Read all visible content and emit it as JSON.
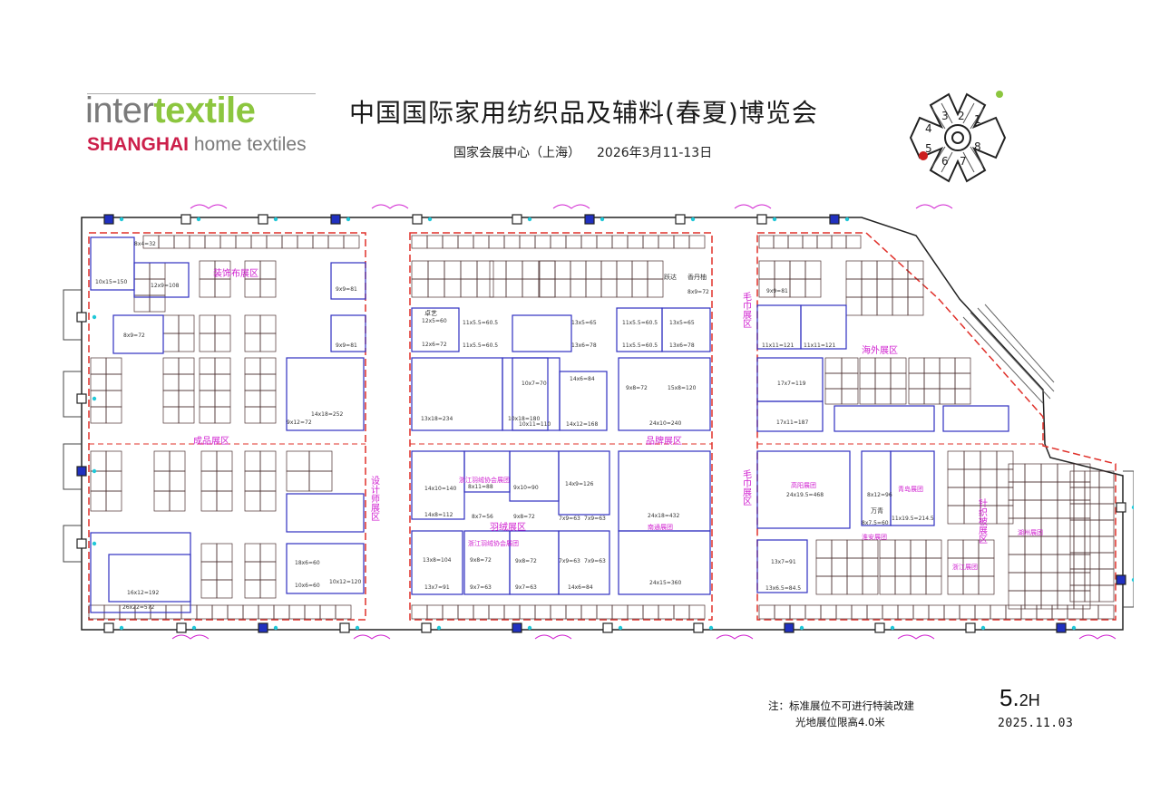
{
  "logo": {
    "word_a": "inter",
    "word_b": "textile",
    "sub_a": "SHANGHAI",
    "sub_b": "home textiles",
    "color_grey": "#7a7a7a",
    "color_green": "#8cc63f",
    "color_red": "#cc1f4a"
  },
  "header": {
    "title": "中国国际家用纺织品及辅料(春夏)博览会",
    "venue": "国家会展中心（上海）",
    "dates": "2026年3月11-13日"
  },
  "compass": {
    "labels": [
      "3",
      "2",
      "1",
      "4",
      "5",
      "6",
      "7",
      "8"
    ],
    "current_hall": "5"
  },
  "zones": {
    "decor_fabric": "装饰布展区",
    "finished_goods": "成品展区",
    "designer": "设计师展区",
    "towel_top": "毛巾展区",
    "towel_mid": "毛巾展区",
    "overseas": "海外展区",
    "brand": "品牌展区",
    "down": "羽绒展区",
    "knit": "针织被展区"
  },
  "groups": {
    "zhejiang_down_1": "浙江羽绒协会展团",
    "zhejiang_down_2": "浙江羽绒协会展团",
    "nantong": "南通展团",
    "gaoyang": "高阳展团",
    "qingdao": "青岛展团",
    "huzhou": "湖州展团",
    "zhejiang": "浙江展团",
    "huaian": "淮安展团"
  },
  "booths": [
    "10x15=150",
    "12x9=108",
    "8x9=72",
    "14x18=252",
    "9x12=72",
    "9x9=81",
    "9x9=81",
    "8x4=32",
    "12x5=60",
    "12x6=72",
    "11x5.5=60.5",
    "11x5.5=60.5",
    "13x5=65",
    "13x6=78",
    "11x5.5=60.5",
    "11x5.5=60.5",
    "13x5=65",
    "13x6=78",
    "8x9=72",
    "13x18=234",
    "10x18=180",
    "10x7=70",
    "10x11=110",
    "14x6=84",
    "14x12=168",
    "9x8=72",
    "15x8=120",
    "24x10=240",
    "9x9=81",
    "11x11=121",
    "11x11=121",
    "17x7=119",
    "17x11=187",
    "14x10=140",
    "8x11=88",
    "9x10=90",
    "14x9=126",
    "14x8=112",
    "8x7=56",
    "9x8=72",
    "7x9=63",
    "7x9=63",
    "24x18=432",
    "13x8=104",
    "9x8=72",
    "9x8=72",
    "7x9=63",
    "7x9=63",
    "13x7=91",
    "9x7=63",
    "9x7=63",
    "14x6=84",
    "24x15=360",
    "24x19.5=468",
    "8x12=96",
    "8x7.5=60",
    "11x19.5=214.5",
    "13x7=91",
    "13x6.5=84.5",
    "16x12=192",
    "26x22=572",
    "18x6=60",
    "10x6=60",
    "10x12=120"
  ],
  "exhibitors": {
    "zhuoyi": "卓艺",
    "yueda": "跃达",
    "xiangdan": "香丹柚",
    "wanqing": "万青"
  },
  "notes": {
    "line1": "注：标准展位不可进行特装改建",
    "line2": "光地展位限高4.0米"
  },
  "hall_label": {
    "main": "5.",
    "suffix": "2H"
  },
  "revision": "2025.11.03",
  "colors": {
    "wall": "#222222",
    "booth_line": "#4a3030",
    "zone_border": "#e0302a",
    "block_blue": "#3030c0",
    "label_magenta": "#d020d0",
    "marker_cyan": "#20c8d8"
  }
}
